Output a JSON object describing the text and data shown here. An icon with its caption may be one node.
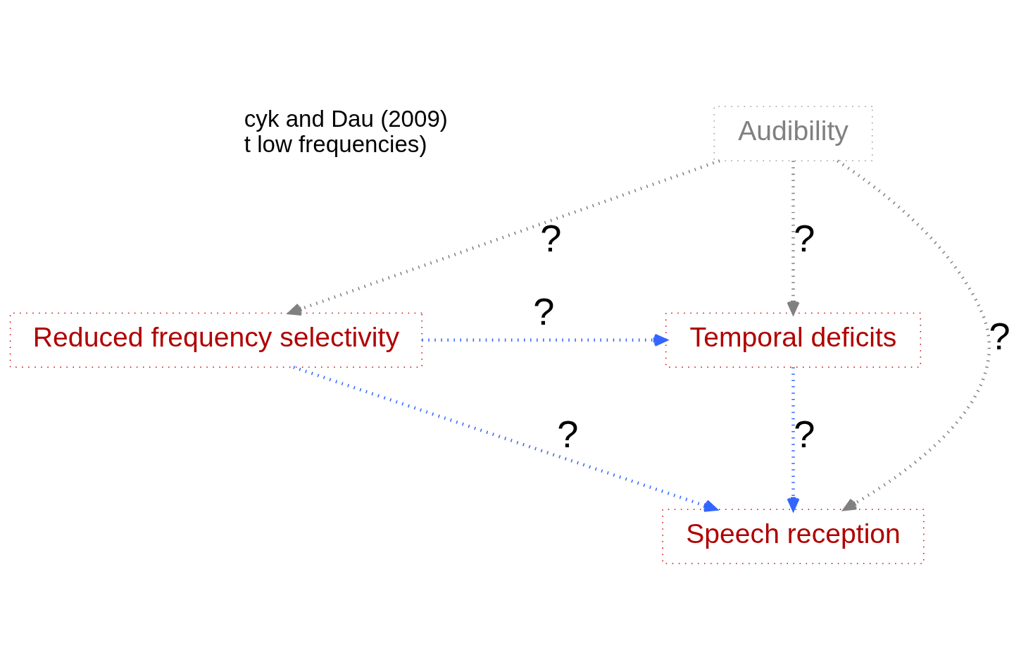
{
  "diagram": {
    "nodes": [
      {
        "text": [
          "Audibility"
        ]
      },
      {
        "text": [
          "Reduced frequency selectivity"
        ]
      },
      {
        "text": [
          "Temporal deficits"
        ]
      },
      {
        "text": [
          "Speech reception"
        ]
      }
    ],
    "edges": [
      {
        "from": 0,
        "to": 1,
        "arrow": "to",
        "label": "?",
        "color": "#808080"
      },
      {
        "from": 0,
        "to": 2,
        "arrow": "to",
        "label": "?",
        "color": "#808080"
      },
      {
        "from": 0,
        "to": 3,
        "arrow": "to",
        "label": "?",
        "color": "#808080"
      },
      {
        "from": 1,
        "to": 2,
        "arrow": "to",
        "label": "?",
        "color": "#3366ff"
      },
      {
        "from": 1,
        "to": 3,
        "arrow": "to",
        "label": "?",
        "color": "#3366ff"
      },
      {
        "from": 2,
        "to": 3,
        "arrow": "to",
        "label": "?",
        "color": "#3366ff"
      }
    ],
    "labels": [
      "cyk and Dau (2009)",
      "t low frequencies)"
    ]
  }
}
